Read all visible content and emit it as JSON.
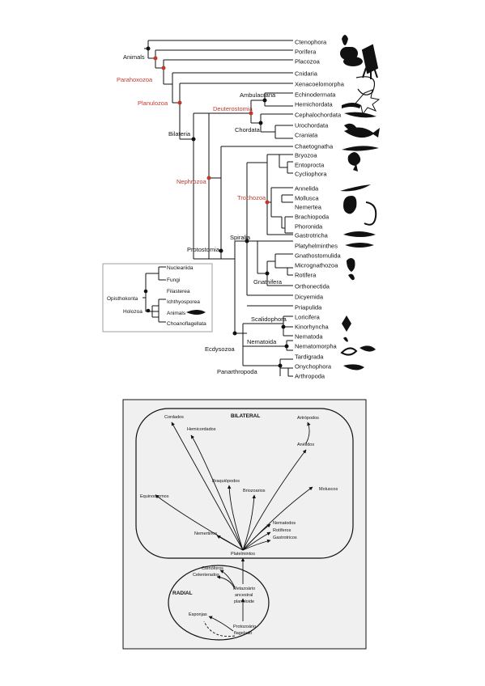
{
  "colors": {
    "ink": "#111111",
    "accent": "#c0392b",
    "panel_bg": "#f0f0f0",
    "box_border": "#888888"
  },
  "tree": {
    "taxa": [
      "Ctenophora",
      "Porifera",
      "Placozoa",
      "Cnidaria",
      "Xenacoelomorpha",
      "Echinodermata",
      "Hemichordata",
      "Cephalochordata",
      "Urochordata",
      "Craniata",
      "Chaetognatha",
      "Bryozoa",
      "Entoprocta",
      "Cycliophora",
      "Annelida",
      "Mollusca",
      "Nemertea",
      "Brachiopoda",
      "Phoronida",
      "Gastrotricha",
      "Platyhelminthes",
      "Gnathostomulida",
      "Micrognathozoa",
      "Rotifera",
      "Orthonectida",
      "Dicyemida",
      "Priapulida",
      "Loricifera",
      "Kinorhyncha",
      "Nematoda",
      "Nematomorpha",
      "Tardigrada",
      "Onychophora",
      "Arthropoda"
    ],
    "clades": {
      "animals": "Animals",
      "parahoxozoa": "Parahoxozoa",
      "planulozoa": "Planulozoa",
      "bilateria": "Bilateria",
      "nephrozoa": "Nephrozoa",
      "deuterostomia": "Deuterostomia",
      "ambulacraria": "Ambulacraria",
      "chordata": "Chordata",
      "protostomia": "Protostomia",
      "spiralia": "Spiralia",
      "trochozoa": "Trochozoa",
      "gnathifera": "Gnathifera",
      "ecdysozoa": "Ecdysozoa",
      "scalidophora": "Scalidophora",
      "nematoida": "Nematoida",
      "panarthropoda": "Panarthropoda"
    },
    "inset": {
      "taxa": [
        "Nucleariida",
        "Fungi",
        "Filasterea",
        "Ichthyosporea",
        "Animals",
        "Choanoflagellata"
      ],
      "opisthokonta": "Opisthokonta",
      "holozoa": "Holozoa"
    }
  },
  "radial_bilateral": {
    "bilateral_title": "BILATERAL",
    "radial_title": "RADIAL",
    "labels": {
      "cordados": "Cordados",
      "hemicordados": "Hemicordados",
      "equinodermos": "Equinodermos",
      "braquiopodos": "Braquiópodos",
      "briozoarios": "Briozoarios",
      "artropodos": "Artrópodos",
      "anelidos": "Anélidos",
      "moluscos": "Moluscos",
      "nemertinos": "Nemertinos",
      "nematodos": "Nematodos",
      "rotiferos": "Rotíferos",
      "gastrotricos": "Gastrotricos",
      "platelmintos": "Platelmintos",
      "ctenoforos": "Ctenóforos",
      "celenterados": "Celenterados",
      "metazoario_1": "Metazoário",
      "metazoario_2": "ancestral",
      "metazoario_3": "planuloide",
      "esponjas": "Esponjas",
      "protozoario_1": "Protozoário",
      "protozoario_2": "flagelado"
    }
  }
}
